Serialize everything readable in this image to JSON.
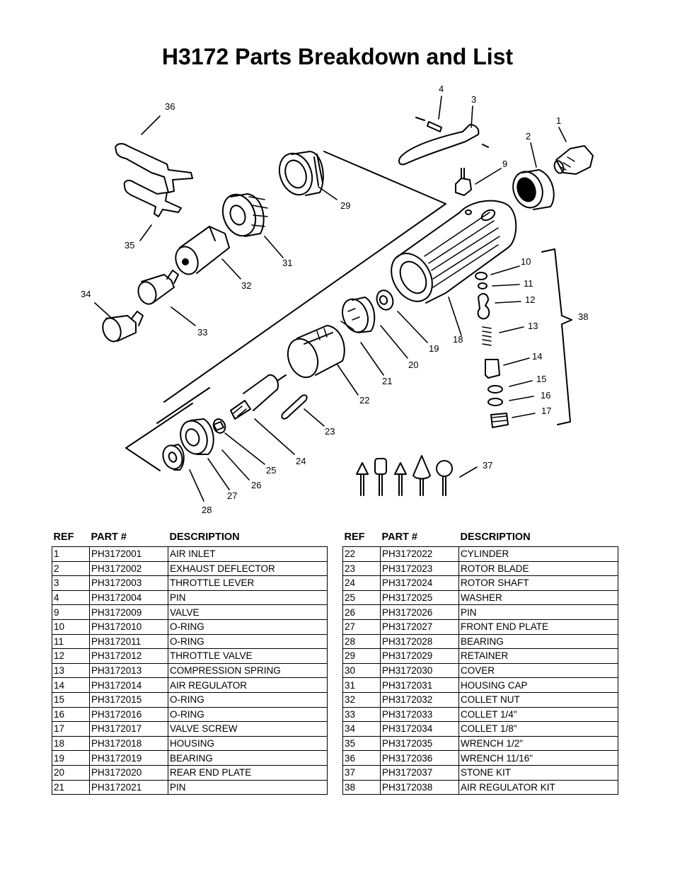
{
  "title": "H3172 Parts Breakdown and List",
  "diagram": {
    "callouts": [
      "1",
      "2",
      "3",
      "4",
      "9",
      "10",
      "11",
      "12",
      "13",
      "14",
      "15",
      "16",
      "17",
      "18",
      "19",
      "20",
      "21",
      "22",
      "23",
      "24",
      "25",
      "26",
      "27",
      "28",
      "29",
      "31",
      "32",
      "33",
      "34",
      "35",
      "36",
      "37",
      "38"
    ]
  },
  "table": {
    "headers": {
      "ref": "REF",
      "part": "PART #",
      "desc": "DESCRIPTION"
    },
    "left": [
      {
        "ref": "1",
        "part": "PH3172001",
        "desc": "AIR INLET"
      },
      {
        "ref": "2",
        "part": "PH3172002",
        "desc": "EXHAUST DEFLECTOR"
      },
      {
        "ref": "3",
        "part": "PH3172003",
        "desc": "THROTTLE LEVER"
      },
      {
        "ref": "4",
        "part": "PH3172004",
        "desc": "PIN"
      },
      {
        "ref": "9",
        "part": "PH3172009",
        "desc": "VALVE"
      },
      {
        "ref": "10",
        "part": "PH3172010",
        "desc": "O-RING"
      },
      {
        "ref": "11",
        "part": "PH3172011",
        "desc": "O-RING"
      },
      {
        "ref": "12",
        "part": "PH3172012",
        "desc": "THROTTLE VALVE"
      },
      {
        "ref": "13",
        "part": "PH3172013",
        "desc": "COMPRESSION SPRING"
      },
      {
        "ref": "14",
        "part": "PH3172014",
        "desc": "AIR REGULATOR"
      },
      {
        "ref": "15",
        "part": "PH3172015",
        "desc": "O-RING"
      },
      {
        "ref": "16",
        "part": "PH3172016",
        "desc": "O-RING"
      },
      {
        "ref": "17",
        "part": "PH3172017",
        "desc": "VALVE SCREW"
      },
      {
        "ref": "18",
        "part": "PH3172018",
        "desc": "HOUSING"
      },
      {
        "ref": "19",
        "part": "PH3172019",
        "desc": "BEARING"
      },
      {
        "ref": "20",
        "part": "PH3172020",
        "desc": "REAR END PLATE"
      },
      {
        "ref": "21",
        "part": "PH3172021",
        "desc": "PIN"
      }
    ],
    "right": [
      {
        "ref": "22",
        "part": "PH3172022",
        "desc": "CYLINDER"
      },
      {
        "ref": "23",
        "part": "PH3172023",
        "desc": "ROTOR  BLADE"
      },
      {
        "ref": "24",
        "part": "PH3172024",
        "desc": "ROTOR SHAFT"
      },
      {
        "ref": "25",
        "part": "PH3172025",
        "desc": "WASHER"
      },
      {
        "ref": "26",
        "part": "PH3172026",
        "desc": "PIN"
      },
      {
        "ref": "27",
        "part": "PH3172027",
        "desc": "FRONT END PLATE"
      },
      {
        "ref": "28",
        "part": "PH3172028",
        "desc": "BEARING"
      },
      {
        "ref": "29",
        "part": "PH3172029",
        "desc": "RETAINER"
      },
      {
        "ref": "30",
        "part": "PH3172030",
        "desc": "COVER"
      },
      {
        "ref": "31",
        "part": "PH3172031",
        "desc": "HOUSING CAP"
      },
      {
        "ref": "32",
        "part": "PH3172032",
        "desc": "COLLET NUT"
      },
      {
        "ref": "33",
        "part": "PH3172033",
        "desc": "COLLET 1/4\""
      },
      {
        "ref": "34",
        "part": "PH3172034",
        "desc": "COLLET 1/8\""
      },
      {
        "ref": "35",
        "part": "PH3172035",
        "desc": "WRENCH 1/2\""
      },
      {
        "ref": "36",
        "part": "PH3172036",
        "desc": "WRENCH 11/16\""
      },
      {
        "ref": "37",
        "part": "PH3172037",
        "desc": "STONE KIT"
      },
      {
        "ref": "38",
        "part": "PH3172038",
        "desc": "AIR REGULATOR KIT"
      }
    ]
  }
}
